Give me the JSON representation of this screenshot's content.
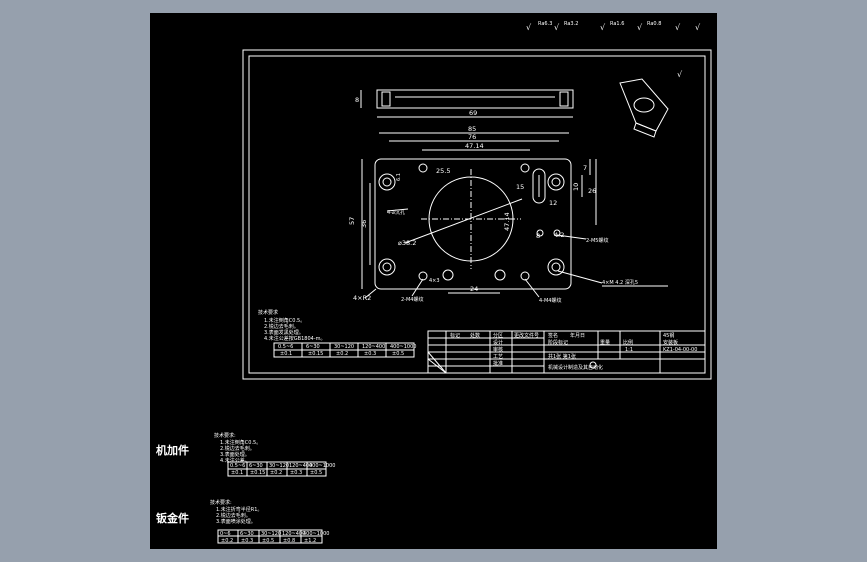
{
  "surface_symbols_top": [
    "√",
    "Ra6.3",
    "√",
    "Ra3.2",
    "√",
    "Ra1.6",
    "√",
    "Ra0.8",
    "√",
    "√"
  ],
  "iso_symbol": "√",
  "top_view": {
    "thickness": "8",
    "length": "69"
  },
  "plate": {
    "dims_top": [
      "85",
      "76",
      "47.14"
    ],
    "dim_25_5": "25.5",
    "dim_15": "15",
    "left_dims": [
      "57",
      "36"
    ],
    "left_offset": "6.1",
    "right_dims": [
      "7",
      "10",
      "26"
    ],
    "dim_12": "12",
    "dim_8": "8",
    "dim_4_2": "4.2",
    "dim_47_14": "47.14",
    "center_hole": "⌀38.2",
    "bottom_dim": "24",
    "dim_4x3": "4×3",
    "corner": "4×R2",
    "notes": {
      "cbore_left": "4-⌀沉孔",
      "holes_right": "2-M5螺纹",
      "holes_bottom_left": "2-M4螺纹",
      "holes_bottom_right": "4-M4螺纹",
      "thread_note": "4×M  4.2 深孔5"
    }
  },
  "tech_req": {
    "title": "技术要求",
    "items": [
      "1.未注倒角C0.5。",
      "2.锐边去毛刺。",
      "3.表面发黑处理。",
      "4.未注公差按GB1804-m。"
    ],
    "table_header": [
      "0.5~6",
      "6~30",
      "30~120",
      "120~400",
      "400~1000"
    ],
    "table_row": [
      "±0.1",
      "±0.15",
      "±0.2",
      "±0.3",
      "±0.5"
    ]
  },
  "title_block": {
    "col_labels": [
      "标记",
      "处数",
      "分区",
      "更改文件号",
      "签名",
      "年月日"
    ],
    "rows": [
      "设计",
      "审核",
      "工艺",
      "批准"
    ],
    "material": "45钢",
    "part_name": "安装板",
    "drawing_no": "KZ1-04-00-00",
    "stage_marks": [
      "阶段标记",
      "重量",
      "比例"
    ],
    "scale": "1:1",
    "sheet": "共1张 第1张",
    "company": "机械设计制造及其自动化"
  },
  "lower_left": {
    "section1_label": "机加件",
    "section1_title": "技术要求:",
    "section1_items": [
      "1.未注倒角C0.5。",
      "2.锐边去毛刺。",
      "3.表面处理。",
      "4.未注公差。"
    ],
    "section1_header": [
      "0.5~6",
      "6~30",
      "30~120",
      "120~400",
      "400~1000"
    ],
    "section1_row": [
      "±0.1",
      "±0.15",
      "±0.2",
      "±0.3",
      "±0.5"
    ],
    "section2_label": "钣金件",
    "section2_title": "技术要求:",
    "section2_items": [
      "1.未注折弯半径R1。",
      "2.锐边去毛刺。",
      "3.表面喷涂处理。"
    ],
    "section2_header": [
      "0~6",
      "6~30",
      "30~120",
      "120~400",
      "400~1000"
    ],
    "section2_row": [
      "±0.2",
      "±0.3",
      "±0.5",
      "±0.8",
      "±1.2"
    ]
  }
}
